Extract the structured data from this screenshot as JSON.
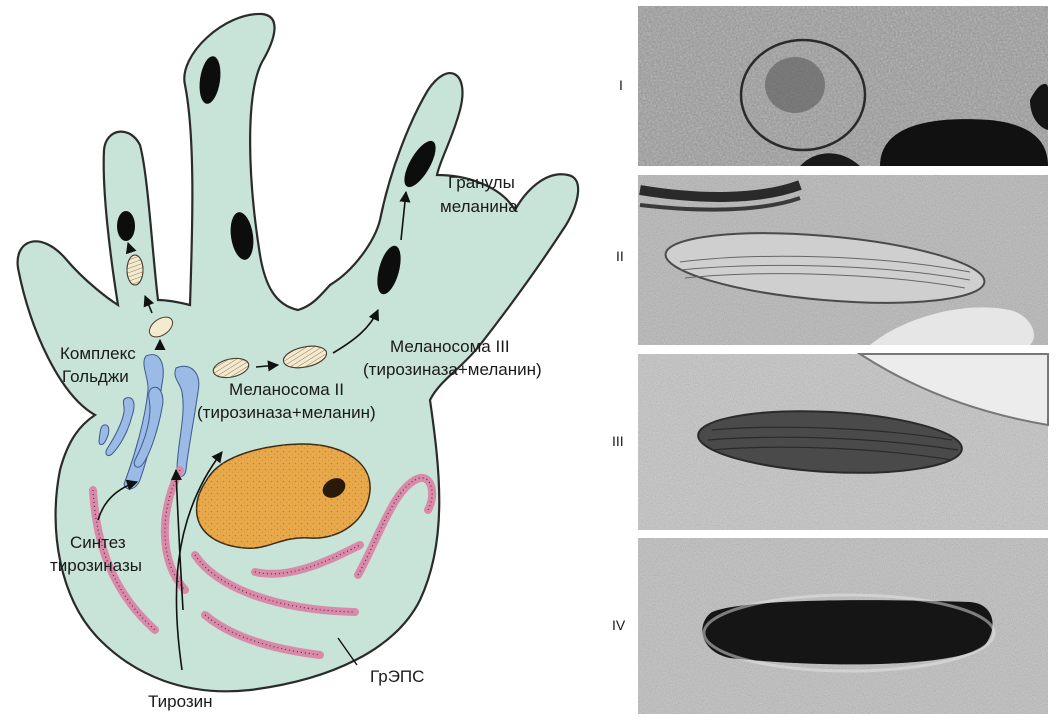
{
  "labels": {
    "granules_1": "Гранулы",
    "granules_2": "меланина",
    "golgi_1": "Комплекс",
    "golgi_2": "Гольджи",
    "m3_1": "Меланосома III",
    "m3_2": "(тирозиназа+меланин)",
    "m2_1": "Меланосома II",
    "m2_2": "(тирозиназа+меланин)",
    "synth_1": "Синтез",
    "synth_2": "тирозиназы",
    "grer": "ГрЭПС",
    "tyrosine": "Тирозин"
  },
  "panels": [
    {
      "stage": "I"
    },
    {
      "stage": "II"
    },
    {
      "stage": "III"
    },
    {
      "stage": "IV"
    }
  ],
  "colors": {
    "cytoplasm": "#c8e3d8",
    "golgi": "#9bbbe6",
    "er": "#d98aa8",
    "nucleus": "#e8a94a",
    "granule": "#0d0d0d",
    "premelanosome": "#f3ead0"
  }
}
